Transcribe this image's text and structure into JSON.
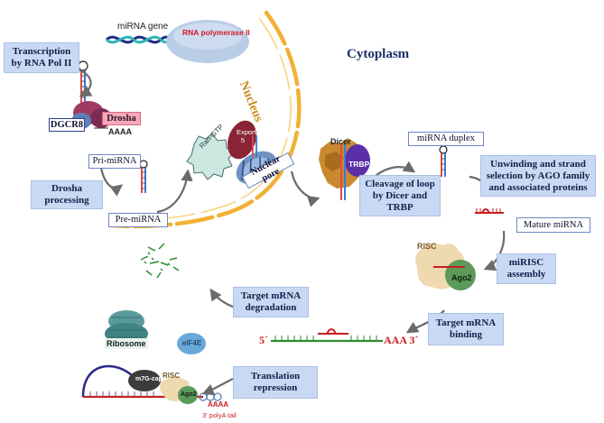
{
  "labels": {
    "mirna_gene": "miRNA gene",
    "rna_pol": "RNA polymerase II",
    "nucleus": "Nucleus",
    "cytoplasm": "Cytoplasm",
    "transcription": "Transcription by RNA Pol II",
    "dgcr8": "DGCR8",
    "drosha": "Drosha",
    "aaaa_1": "AAAA",
    "pri_mirna": "Pri-miRNA",
    "drosha_processing": "Drosha processing",
    "pre_mirna": "Pre-miRNA",
    "ran_gtp": "Ran-GTP",
    "exportin": "Exportin 5",
    "nuclear_pore": "Nuclear pore",
    "dicer": "Dicer",
    "trbp": "TRBP",
    "cleavage": "Cleavage of loop by Dicer and TRBP",
    "duplex": "miRNA duplex",
    "unwinding": "Unwinding and strand selection by AGO family and associated proteins",
    "mature": "Mature miRNA",
    "risc": "RISC",
    "ago2": "Ago2",
    "mirisc": "miRISC assembly",
    "target_binding": "Target mRNA binding",
    "five_prime": "5´",
    "aaa_3": "AAA 3´",
    "target_degradation": "Target mRNA degradation",
    "ribosome": "Ribosome",
    "eif4e": "eIF4E",
    "translation_repression": "Translation repression",
    "m7g_cap": "m7G-cap",
    "risc_2": "RISC",
    "ago2_2": "Ago2",
    "aaaa_2": "AAAA",
    "polya_tail": "3' polyA tail"
  },
  "colors": {
    "box_fill": "#c9d9f3",
    "membrane": "#f2b134",
    "arrow": "#6b6b6b",
    "mrna_green": "#2e8b2e",
    "mirna_red": "#c81e1e"
  }
}
